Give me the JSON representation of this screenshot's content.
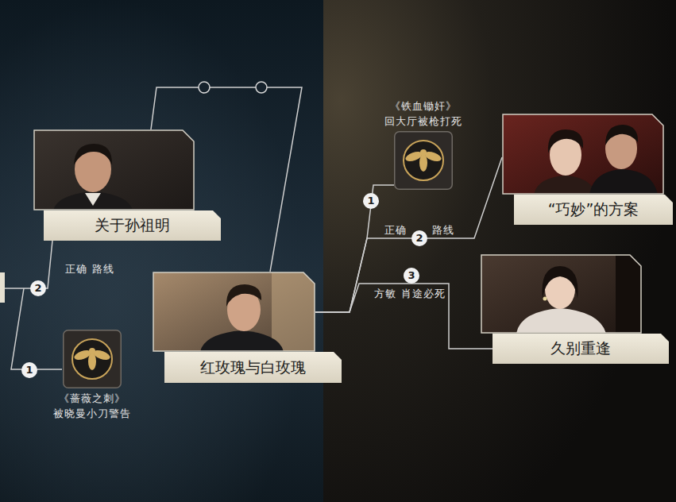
{
  "diagram": {
    "nodes": [
      {
        "text": [
          "关于孙祖明"
        ]
      },
      {
        "text": [
          "《蔷薇之刺》",
          "被晓曼小刀警告"
        ]
      },
      {
        "text": [
          "红玫瑰与白玫瑰"
        ]
      },
      {
        "text": [
          "《铁血锄奸》",
          "回大厅被枪打死"
        ]
      },
      {
        "text": [
          "“巧妙”的方案"
        ]
      },
      {
        "text": [
          "久别重逢"
        ]
      }
    ],
    "edges": [
      {
        "from": 0,
        "to": 2,
        "arrow": "none"
      },
      {
        "from": 2,
        "to": 3,
        "arrow": "none"
      },
      {
        "from": 2,
        "to": 4,
        "label": "正确 路线",
        "arrow": "none"
      },
      {
        "from": 2,
        "to": 5,
        "label": "方敏 肖途必死",
        "arrow": "none"
      }
    ],
    "labels": [
      "正确 路线",
      "2",
      "1",
      "1",
      "2",
      "3"
    ]
  }
}
